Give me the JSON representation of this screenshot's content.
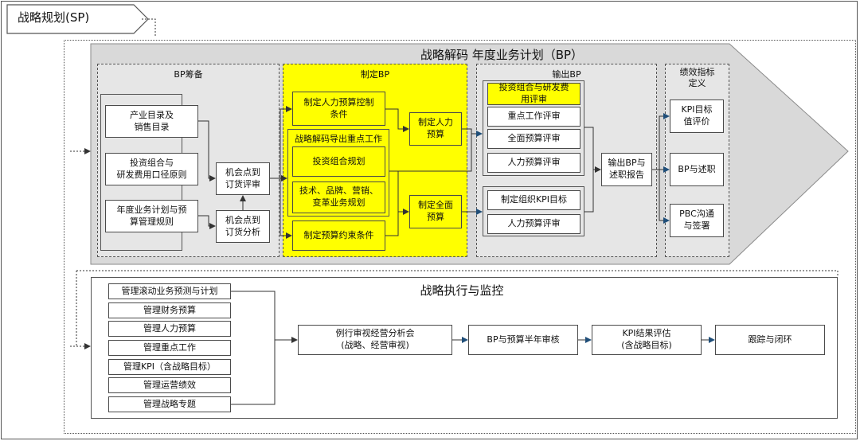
{
  "sp_tab": "战略规划(SP)",
  "bp_title": "战略解码 年度业务计划（BP）",
  "exec_title": "战略执行与监控",
  "prep": {
    "title": "BP筹备",
    "items": [
      "产业目录及\n销售目录",
      "投资组合与\n研发费用口径原则",
      "年度业务计划与预\n算管理规则"
    ],
    "review": "机会点到\n订货评审",
    "analysis": "机会点到\n订货分析"
  },
  "make": {
    "title": "制定BP",
    "hr_ctrl": "制定人力预算控制\n条件",
    "decode_title": "战略解码导出重点工作",
    "portfolio": "投资组合规划",
    "tech": "技术、品牌、营销、\n变革业务规划",
    "constraint": "制定预算约束条件",
    "hr_budget": "制定人力\n预算",
    "full_budget": "制定全面\n预算"
  },
  "output": {
    "title": "输出BP",
    "top_items": [
      "投资组合与研发费\n用评审",
      "重点工作评审",
      "全面预算评审",
      "人力预算评审"
    ],
    "kpi_items": [
      "制定组织KPI目标",
      "人力预算评审"
    ],
    "report": "输出BP与\n述职报告"
  },
  "perf": {
    "title": "绩效指标\n定义",
    "items": [
      "KPI目标\n值评价",
      "BP与述职",
      "PBC沟通\n与签署"
    ]
  },
  "manage_items": [
    "管理滚动业务预测与计划",
    "管理财务预算",
    "管理人力预算",
    "管理重点工作",
    "管理KPI（含战略目标）",
    "管理运营绩效",
    "管理战略专题"
  ],
  "flow_items": [
    "例行审视经营分析会\n(战略、经营审视)",
    "BP与预算半年审核",
    "KPI结果评估\n(含战略目标)",
    "跟踪与闭环"
  ],
  "colors": {
    "yellow": "#ffff00",
    "panel_gray": "#d9d9d9",
    "arrow_blue": "#1f4e79"
  }
}
